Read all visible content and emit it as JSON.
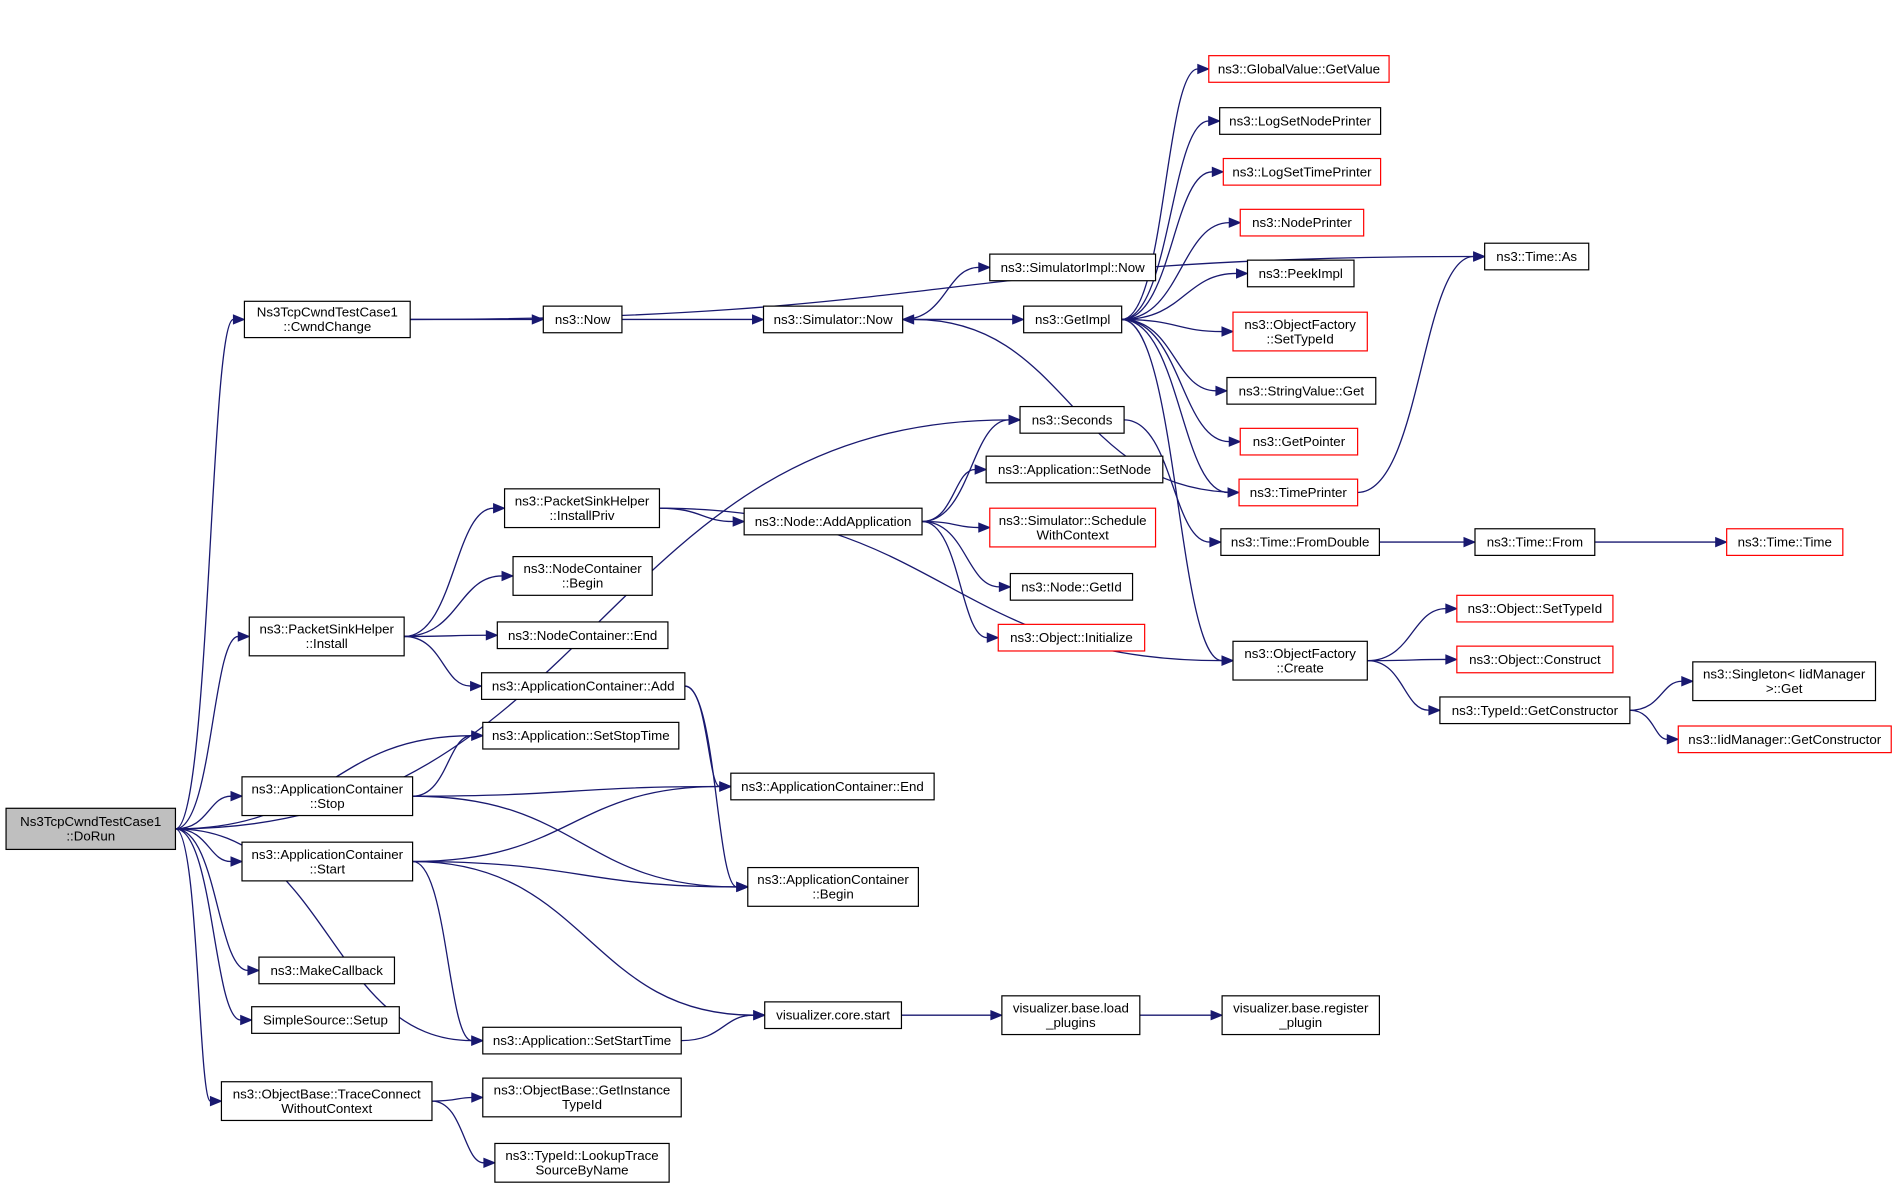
{
  "graph": {
    "colors": {
      "edge": "#191970",
      "external_border": "#ff0000",
      "root_fill": "#bfbfbf"
    },
    "nodes": [
      {
        "id": "dorun",
        "lines": [
          "Ns3TcpCwndTestCase1",
          "::DoRun"
        ],
        "style": "root"
      },
      {
        "id": "cwndchange",
        "lines": [
          "Ns3TcpCwndTestCase1",
          "::CwndChange"
        ],
        "style": "normal"
      },
      {
        "id": "psh_install",
        "lines": [
          "ns3::PacketSinkHelper",
          "::Install"
        ],
        "style": "normal"
      },
      {
        "id": "setstoptime",
        "lines": [
          "ns3::Application::SetStopTime"
        ],
        "style": "normal"
      },
      {
        "id": "ac_stop",
        "lines": [
          "ns3::ApplicationContainer",
          "::Stop"
        ],
        "style": "normal"
      },
      {
        "id": "ac_start",
        "lines": [
          "ns3::ApplicationContainer",
          "::Start"
        ],
        "style": "normal"
      },
      {
        "id": "makecallback",
        "lines": [
          "ns3::MakeCallback"
        ],
        "style": "normal"
      },
      {
        "id": "ss_setup",
        "lines": [
          "SimpleSource::Setup"
        ],
        "style": "normal"
      },
      {
        "id": "setstarttime",
        "lines": [
          "ns3::Application::SetStartTime"
        ],
        "style": "normal"
      },
      {
        "id": "traceconnect",
        "lines": [
          "ns3::ObjectBase::TraceConnect",
          "WithoutContext"
        ],
        "style": "normal"
      },
      {
        "id": "seconds",
        "lines": [
          "ns3::Seconds"
        ],
        "style": "normal"
      },
      {
        "id": "now",
        "lines": [
          "ns3::Now"
        ],
        "style": "normal"
      },
      {
        "id": "time_as",
        "lines": [
          "ns3::Time::As"
        ],
        "style": "normal"
      },
      {
        "id": "sim_now",
        "lines": [
          "ns3::Simulator::Now"
        ],
        "style": "normal"
      },
      {
        "id": "simimpl_now",
        "lines": [
          "ns3::SimulatorImpl::Now"
        ],
        "style": "normal"
      },
      {
        "id": "getimpl",
        "lines": [
          "ns3::GetImpl"
        ],
        "style": "normal"
      },
      {
        "id": "gv_getvalue",
        "lines": [
          "ns3::GlobalValue::GetValue"
        ],
        "style": "red"
      },
      {
        "id": "lognodeprinter",
        "lines": [
          "ns3::LogSetNodePrinter"
        ],
        "style": "normal"
      },
      {
        "id": "logtimeprinter",
        "lines": [
          "ns3::LogSetTimePrinter"
        ],
        "style": "red"
      },
      {
        "id": "nodeprinter",
        "lines": [
          "ns3::NodePrinter"
        ],
        "style": "red"
      },
      {
        "id": "peekimpl",
        "lines": [
          "ns3::PeekImpl"
        ],
        "style": "normal"
      },
      {
        "id": "of_settypeid",
        "lines": [
          "ns3::ObjectFactory",
          "::SetTypeId"
        ],
        "style": "red"
      },
      {
        "id": "stringvalue_get",
        "lines": [
          "ns3::StringValue::Get"
        ],
        "style": "normal"
      },
      {
        "id": "getpointer",
        "lines": [
          "ns3::GetPointer"
        ],
        "style": "red"
      },
      {
        "id": "timeprinter",
        "lines": [
          "ns3::TimePrinter"
        ],
        "style": "red"
      },
      {
        "id": "psh_installpriv",
        "lines": [
          "ns3::PacketSinkHelper",
          "::InstallPriv"
        ],
        "style": "normal"
      },
      {
        "id": "node_addapp",
        "lines": [
          "ns3::Node::AddApplication"
        ],
        "style": "normal"
      },
      {
        "id": "app_setnode",
        "lines": [
          "ns3::Application::SetNode"
        ],
        "style": "normal"
      },
      {
        "id": "sched_ctx",
        "lines": [
          "ns3::Simulator::Schedule",
          "WithContext"
        ],
        "style": "red"
      },
      {
        "id": "node_getid",
        "lines": [
          "ns3::Node::GetId"
        ],
        "style": "normal"
      },
      {
        "id": "obj_init",
        "lines": [
          "ns3::Object::Initialize"
        ],
        "style": "red"
      },
      {
        "id": "nc_begin",
        "lines": [
          "ns3::NodeContainer",
          "::Begin"
        ],
        "style": "normal"
      },
      {
        "id": "nc_end",
        "lines": [
          "ns3::NodeContainer::End"
        ],
        "style": "normal"
      },
      {
        "id": "ac_add",
        "lines": [
          "ns3::ApplicationContainer::Add"
        ],
        "style": "normal"
      },
      {
        "id": "ac_end",
        "lines": [
          "ns3::ApplicationContainer::End"
        ],
        "style": "normal"
      },
      {
        "id": "ac_begin",
        "lines": [
          "ns3::ApplicationContainer",
          "::Begin"
        ],
        "style": "normal"
      },
      {
        "id": "time_fromdouble",
        "lines": [
          "ns3::Time::FromDouble"
        ],
        "style": "normal"
      },
      {
        "id": "time_from",
        "lines": [
          "ns3::Time::From"
        ],
        "style": "normal"
      },
      {
        "id": "time_time",
        "lines": [
          "ns3::Time::Time"
        ],
        "style": "red"
      },
      {
        "id": "of_create",
        "lines": [
          "ns3::ObjectFactory",
          "::Create"
        ],
        "style": "normal"
      },
      {
        "id": "obj_settypeid",
        "lines": [
          "ns3::Object::SetTypeId"
        ],
        "style": "red"
      },
      {
        "id": "obj_construct",
        "lines": [
          "ns3::Object::Construct"
        ],
        "style": "red"
      },
      {
        "id": "typeid_getctor",
        "lines": [
          "ns3::TypeId::GetConstructor"
        ],
        "style": "normal"
      },
      {
        "id": "singleton_get",
        "lines": [
          "ns3::Singleton< IidManager",
          ">::Get"
        ],
        "style": "normal"
      },
      {
        "id": "iid_getctor",
        "lines": [
          "ns3::IidManager::GetConstructor"
        ],
        "style": "red"
      },
      {
        "id": "vis_start",
        "lines": [
          "visualizer.core.start"
        ],
        "style": "normal"
      },
      {
        "id": "vis_load",
        "lines": [
          "visualizer.base.load",
          "_plugins"
        ],
        "style": "normal"
      },
      {
        "id": "vis_register",
        "lines": [
          "visualizer.base.register",
          "_plugin"
        ],
        "style": "normal"
      },
      {
        "id": "ob_getinst",
        "lines": [
          "ns3::ObjectBase::GetInstance",
          "TypeId"
        ],
        "style": "normal"
      },
      {
        "id": "typeid_lookup",
        "lines": [
          "ns3::TypeId::LookupTrace",
          "SourceByName"
        ],
        "style": "normal"
      }
    ],
    "edges": [
      [
        "dorun",
        "cwndchange"
      ],
      [
        "dorun",
        "seconds"
      ],
      [
        "dorun",
        "psh_install"
      ],
      [
        "dorun",
        "setstoptime"
      ],
      [
        "dorun",
        "ac_stop"
      ],
      [
        "dorun",
        "ac_start"
      ],
      [
        "dorun",
        "makecallback"
      ],
      [
        "dorun",
        "ss_setup"
      ],
      [
        "dorun",
        "setstarttime"
      ],
      [
        "dorun",
        "traceconnect"
      ],
      [
        "cwndchange",
        "time_as"
      ],
      [
        "cwndchange",
        "now"
      ],
      [
        "now",
        "sim_now"
      ],
      [
        "sim_now",
        "simimpl_now"
      ],
      [
        "sim_now",
        "getimpl"
      ],
      [
        "getimpl",
        "gv_getvalue"
      ],
      [
        "getimpl",
        "lognodeprinter"
      ],
      [
        "getimpl",
        "logtimeprinter"
      ],
      [
        "getimpl",
        "nodeprinter"
      ],
      [
        "getimpl",
        "peekimpl"
      ],
      [
        "getimpl",
        "of_settypeid"
      ],
      [
        "getimpl",
        "stringvalue_get"
      ],
      [
        "getimpl",
        "getpointer"
      ],
      [
        "getimpl",
        "timeprinter"
      ],
      [
        "getimpl",
        "of_create"
      ],
      [
        "timeprinter",
        "time_as"
      ],
      [
        "timeprinter",
        "sim_now"
      ],
      [
        "seconds",
        "time_fromdouble"
      ],
      [
        "time_fromdouble",
        "time_from"
      ],
      [
        "time_from",
        "time_time"
      ],
      [
        "psh_install",
        "psh_installpriv"
      ],
      [
        "psh_install",
        "nc_begin"
      ],
      [
        "psh_install",
        "nc_end"
      ],
      [
        "psh_install",
        "ac_add"
      ],
      [
        "psh_installpriv",
        "node_addapp"
      ],
      [
        "psh_installpriv",
        "of_create"
      ],
      [
        "node_addapp",
        "seconds"
      ],
      [
        "node_addapp",
        "app_setnode"
      ],
      [
        "node_addapp",
        "sched_ctx"
      ],
      [
        "node_addapp",
        "node_getid"
      ],
      [
        "node_addapp",
        "obj_init"
      ],
      [
        "ac_add",
        "ac_end"
      ],
      [
        "ac_add",
        "ac_begin"
      ],
      [
        "ac_stop",
        "setstoptime"
      ],
      [
        "ac_stop",
        "ac_end"
      ],
      [
        "ac_stop",
        "ac_begin"
      ],
      [
        "ac_start",
        "ac_end"
      ],
      [
        "ac_start",
        "ac_begin"
      ],
      [
        "ac_start",
        "setstarttime"
      ],
      [
        "ac_start",
        "vis_start"
      ],
      [
        "setstarttime",
        "vis_start"
      ],
      [
        "vis_start",
        "vis_load"
      ],
      [
        "vis_load",
        "vis_register"
      ],
      [
        "of_create",
        "obj_settypeid"
      ],
      [
        "of_create",
        "obj_construct"
      ],
      [
        "of_create",
        "typeid_getctor"
      ],
      [
        "typeid_getctor",
        "singleton_get"
      ],
      [
        "typeid_getctor",
        "iid_getctor"
      ],
      [
        "traceconnect",
        "ob_getinst"
      ],
      [
        "traceconnect",
        "typeid_lookup"
      ]
    ]
  }
}
